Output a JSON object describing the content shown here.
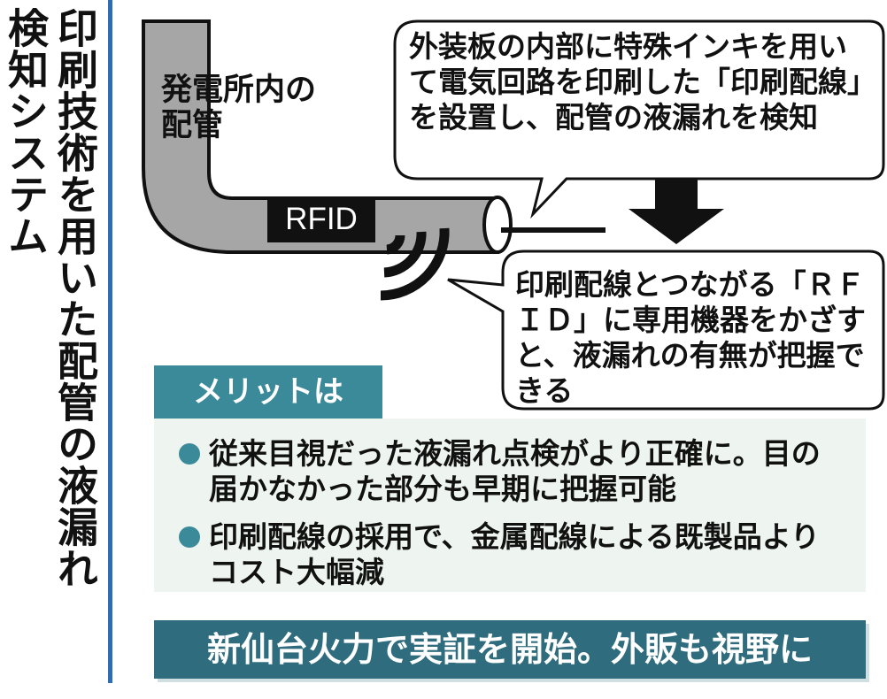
{
  "title": {
    "line1": "印刷技術を用いた配管の液漏れ",
    "line2": "検知システム"
  },
  "diagram": {
    "pipe_label": "発電所内の\n配管",
    "rfid_tag": "RFID",
    "bubble_top": "外装板の内部に特殊インキを用いて電気回路を印刷した「印刷配線」を設置し、配管の液漏れを検知",
    "bubble_bottom": "印刷配線とつながる「ＲＦＩＤ」に専用機器をかざすと、液漏れの有無が把握できる"
  },
  "merits": {
    "heading": "メリットは",
    "items": [
      "従来目視だった液漏れ点検がより正確に。目の届かなかった部分も早期に把握可能",
      "印刷配線の採用で、金属配線による既製品よりコスト大幅減"
    ]
  },
  "banner": "新仙台火力で実証を開始。外販も視野に",
  "colors": {
    "accent_teal": "#3b8a99",
    "banner_teal": "#2f6d7e",
    "title_rule_blue": "#2c6db5",
    "pipe_gray": "#a6a6a6",
    "merit_bg": "#eef5f0"
  }
}
